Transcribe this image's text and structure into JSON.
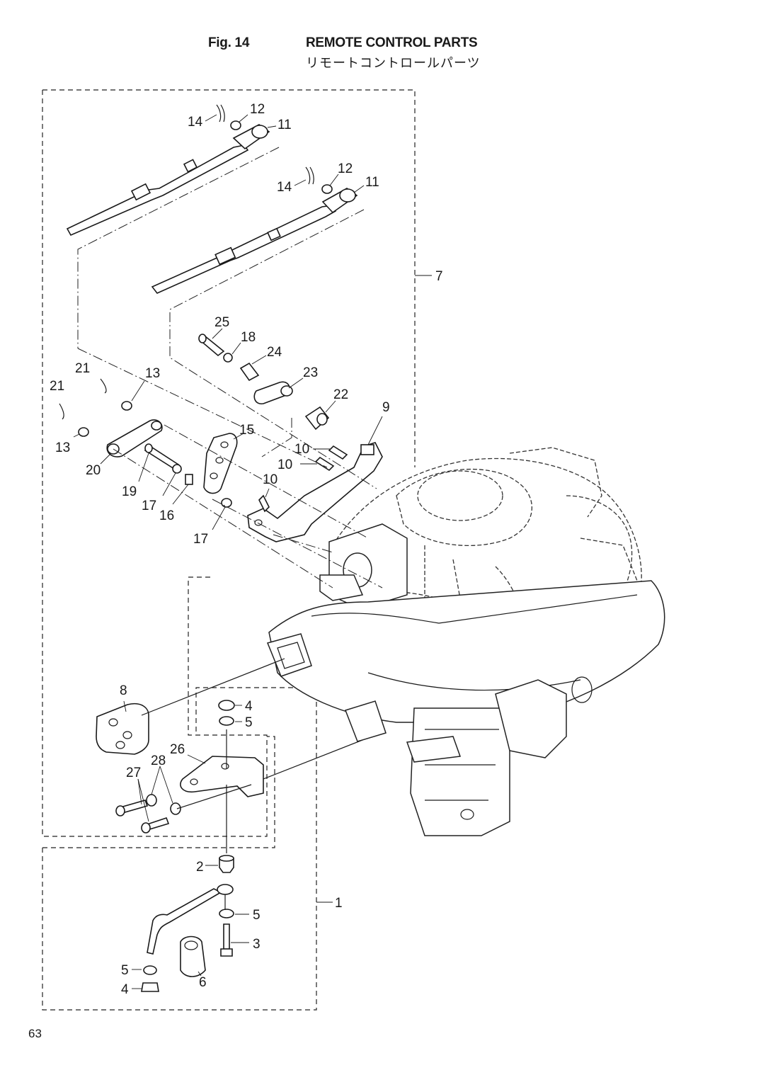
{
  "header": {
    "figure": "Fig. 14",
    "title_en": "REMOTE CONTROL PARTS",
    "title_jp": "リモートコントロールパーツ"
  },
  "page_number": "63",
  "callouts": {
    "c1": "1",
    "c2": "2",
    "c3": "3",
    "c4a": "4",
    "c4b": "4",
    "c5a": "5",
    "c5b": "5",
    "c5c": "5",
    "c6": "6",
    "c7": "7",
    "c8": "8",
    "c9": "9",
    "c10a": "10",
    "c10b": "10",
    "c10c": "10",
    "c11a": "11",
    "c11b": "11",
    "c12a": "12",
    "c12b": "12",
    "c13a": "13",
    "c13b": "13",
    "c14a": "14",
    "c14b": "14",
    "c15": "15",
    "c16": "16",
    "c17a": "17",
    "c17b": "17",
    "c18": "18",
    "c19": "19",
    "c20": "20",
    "c21a": "21",
    "c21b": "21",
    "c22": "22",
    "c23": "23",
    "c24": "24",
    "c25": "25",
    "c26": "26",
    "c27": "27",
    "c28": "28"
  }
}
